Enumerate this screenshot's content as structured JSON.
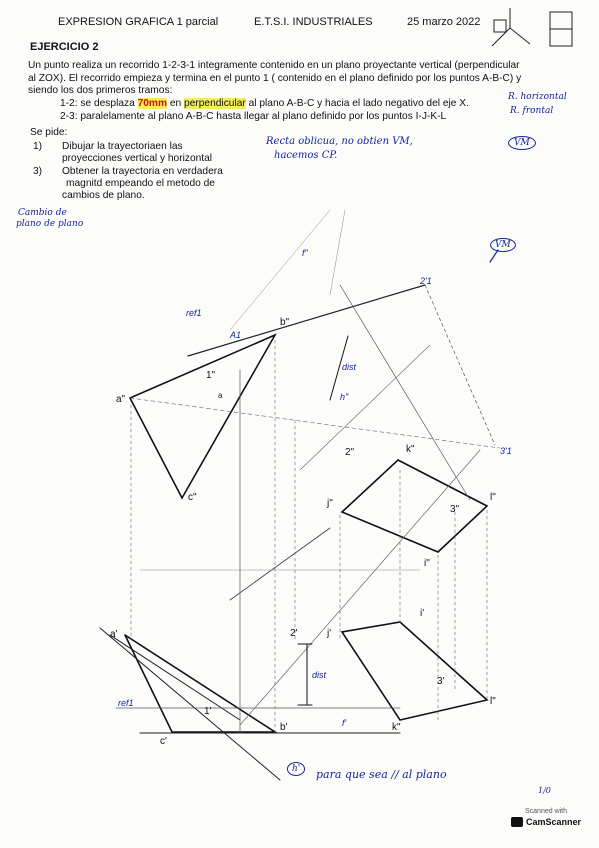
{
  "header": {
    "left": "EXPRESION GRAFICA 1 parcial",
    "center": "E.T.S.I. INDUSTRIALES",
    "date": "25 marzo 2022"
  },
  "exercise_title": "EJERCICIO 2",
  "statement": {
    "line1": "Un punto realiza un recorrido 1-2-3-1 integramente contenido en un plano proyectante vertical (perpendicular",
    "line2": "al ZOX). El recorrido empieza y termina en el punto 1 ( contenido en el plano definido por los puntos A-B-C) y",
    "line3": "siendo los dos primeros tramos:"
  },
  "tramos": [
    {
      "prefix": "1-2: se desplaza ",
      "hl1": "70mm",
      "mid": " en ",
      "hl2": "perpendicular",
      "rest": " al plano A-B-C y hacia el lado negativo del eje X."
    },
    {
      "text": "2-3: paralelamente al plano A-B-C hasta llegar al plano definido por los puntos I-J-K-L"
    }
  ],
  "se_pide_label": "Se pide:",
  "tasks": [
    {
      "num": "1)",
      "line1": "Dibujar la trayectoriaen las",
      "line2": "proyecciones vertical y horizontal"
    },
    {
      "num": "3)",
      "line1": "Obtener la trayectoria en verdadera",
      "line2": "magnitd empeando el metodo de",
      "line3": "cambios de plano."
    }
  ],
  "handwritten": {
    "side_note1": "R. horizontal",
    "side_note2": "R. frontal",
    "vm_circle": "VM",
    "note_line1": "Recta oblicua, no obtien VM,",
    "note_line2": "hacemos CP.",
    "cambio1": "Cambio de",
    "cambio2": "plano de plano",
    "bottom": "para que sea // al plano",
    "page_num": "1/0",
    "dist": "dist",
    "h_circ": "h'"
  },
  "labels": {
    "a2": "a\"",
    "b2": "b\"",
    "c2": "c\"",
    "p2": "1\"",
    "p2b": "2\"",
    "p3b": "3\"",
    "k2": "k\"",
    "j2": "j\"",
    "l2": "l\"",
    "i2": "i\"",
    "a1": "a'",
    "b1": "b'",
    "c1": "c'",
    "p1": "1'",
    "p2a": "2'",
    "p3a": "3'",
    "i1": "i'",
    "j1": "j'",
    "k1": "k\"",
    "l1": "l\"",
    "ref1": "ref1",
    "ref1b": "ref1",
    "f1": "f'",
    "dist": "dist",
    "h2": "h\"",
    "f2": "f\"",
    "A1": "A1",
    "A2": "2'1",
    "A3": "3'1",
    "a_small": "a"
  },
  "watermark": {
    "line1": "Scanned with",
    "line2": "CamScanner"
  }
}
